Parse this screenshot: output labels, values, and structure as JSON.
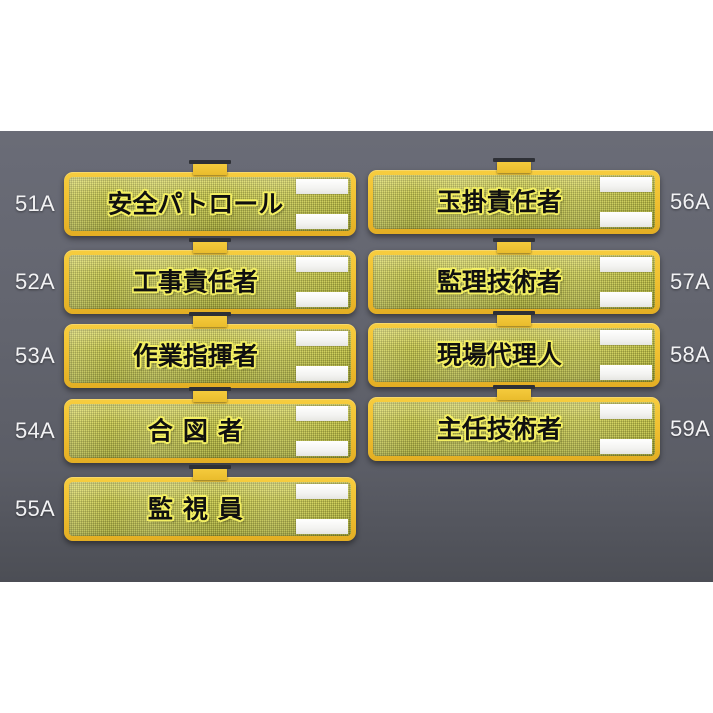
{
  "scene": {
    "name": "reflective-armbands-product-photo",
    "backdrop_color": "#63656f",
    "page_background": "#ffffff",
    "band_border_color": "#f0c132",
    "band_face_color": "#cfcf49",
    "reflect_strip_color": "#ffffff",
    "text_color": "#101010",
    "text_outline_color": "#f3ef63",
    "ref_code_color": "#f2f2f4"
  },
  "left_column": [
    {
      "code": "51A",
      "title": "安全パトロール",
      "spaced": false
    },
    {
      "code": "52A",
      "title": "工事責任者",
      "spaced": false
    },
    {
      "code": "53A",
      "title": "作業指揮者",
      "spaced": false
    },
    {
      "code": "54A",
      "title": "合図者",
      "spaced": true
    },
    {
      "code": "55A",
      "title": "監視員",
      "spaced": true
    }
  ],
  "right_column": [
    {
      "code": "56A",
      "title": "玉掛責任者",
      "spaced": false
    },
    {
      "code": "57A",
      "title": "監理技術者",
      "spaced": false
    },
    {
      "code": "58A",
      "title": "現場代理人",
      "spaced": false
    },
    {
      "code": "59A",
      "title": "主任技術者",
      "spaced": false
    }
  ]
}
